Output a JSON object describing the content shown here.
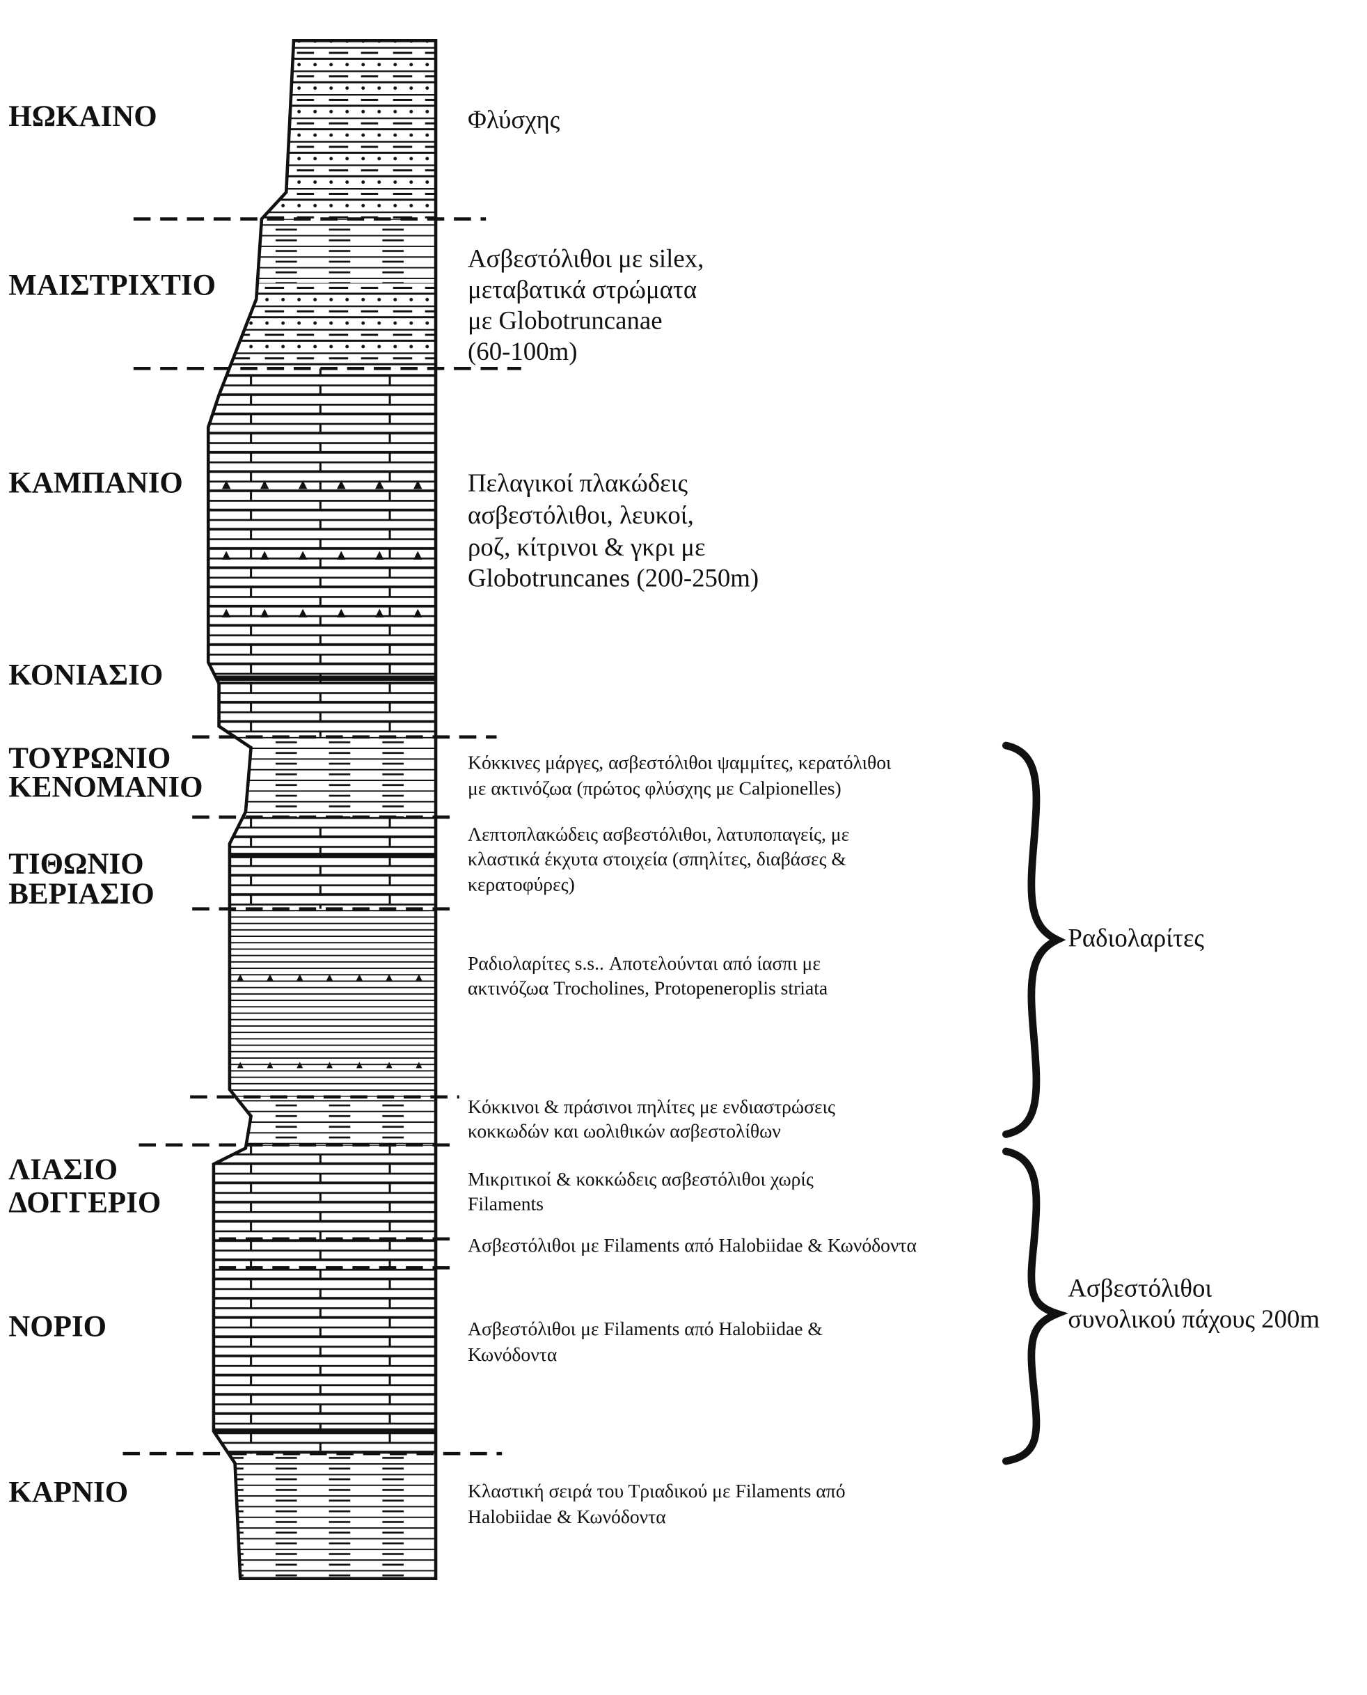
{
  "stages": [
    "ΗΩΚΑΙΝΟ",
    "ΜΑΙΣΤΡΙΧΤΙΟ",
    "ΚΑΜΠΑΝΙΟ",
    "ΚΟΝΙΑΣΙΟ",
    "ΤΟΥΡΩΝΙΟ",
    "ΚΕΝΟΜΑΝΙΟ",
    "ΤΙΘΩΝΙΟ",
    "ΒΕΡΙΑΣΙΟ",
    "ΛΙΑΣΙΟ",
    "ΔΟΓΓΕΡΙΟ",
    "ΝΟΡΙΟ",
    "ΚΑΡΝΙΟ"
  ],
  "descriptions": {
    "flysch": [
      "Φλύσχης"
    ],
    "maastrichtian": [
      "Ασβεστόλιθοι με silex,",
      "μεταβατικά στρώματα",
      "με Globotruncanae",
      "(60-100m)"
    ],
    "campanian": [
      "Πελαγικοί πλακώδεις",
      "ασβεστόλιθοι, λευκοί,",
      "ροζ, κίτρινοι & γκρι με",
      "Globotruncanes (200-250m)"
    ],
    "turonian": [
      "Κόκκινες μάργες, ασβεστόλιθοι ψαμμίτες, κερατόλιθοι",
      "με ακτινόζωα (πρώτος φλύσχης με Calpionelles)"
    ],
    "tithonian": [
      "Λεπτοπλακώδεις ασβεστόλιθοι, λατυποπαγείς, με",
      "κλαστικά έκχυτα στοιχεία (σπηλίτες, διαβάσες &",
      "κερατοφύρες)"
    ],
    "radiolarite": [
      "Ραδιολαρίτες s.s.. Αποτελούνται από ίασπι με",
      "ακτινόζωα Trocholines, Protopeneroplis striata"
    ],
    "pelites": [
      "Κόκκινοι & πράσινοι πηλίτες με ενδιαστρώσεις",
      "κοκκωδών και ωολιθικών ασβεστολίθων"
    ],
    "micritic": [
      "Μικριτικοί & κοκκώδεις ασβεστόλιθοι χωρίς",
      "Filaments"
    ],
    "filaments1": [
      "Ασβεστόλιθοι με Filaments από Halobiidae & Κωνόδοντα"
    ],
    "filaments2": [
      "Ασβεστόλιθοι με Filaments από Halobiidae &",
      "Κωνόδοντα"
    ],
    "clastic": [
      "Κλαστική σειρά του Τριαδικού με Filaments από",
      "Halobiidae & Κωνόδοντα"
    ]
  },
  "groups": {
    "radiolarites": [
      "Ραδιολαρίτες"
    ],
    "limestones": [
      "Ασβεστόλιθοι",
      "συνολικού πάχους 200m"
    ]
  }
}
